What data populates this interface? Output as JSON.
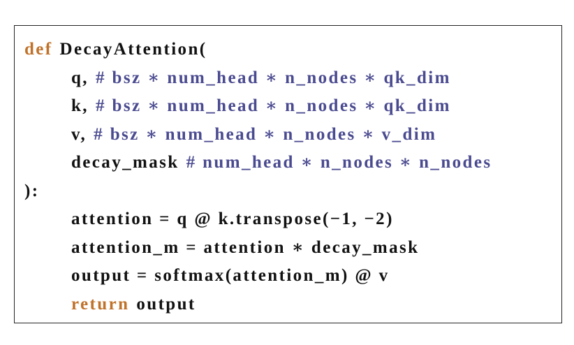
{
  "code": {
    "def_keyword": "def",
    "func_name": "DecayAttention",
    "open_paren": "(",
    "params": [
      {
        "name": "q,",
        "comment": "# bsz ∗ num_head ∗ n_nodes ∗ qk_dim"
      },
      {
        "name": "k,",
        "comment": "# bsz ∗ num_head ∗ n_nodes ∗ qk_dim"
      },
      {
        "name": "v,",
        "comment": "# bsz ∗ num_head ∗ n_nodes ∗ v_dim"
      },
      {
        "name": "decay_mask",
        "comment": "# num_head ∗ n_nodes ∗ n_nodes"
      }
    ],
    "close_sig": "):",
    "body": [
      "attention = q @ k.transpose(−1, −2)",
      "attention_m = attention ∗ decay_mask",
      "output = softmax(attention_m) @ v"
    ],
    "return_keyword": "return",
    "return_value": "output"
  },
  "colors": {
    "keyword": "#c0722a",
    "comment": "#4a4a90",
    "text": "#111111"
  }
}
